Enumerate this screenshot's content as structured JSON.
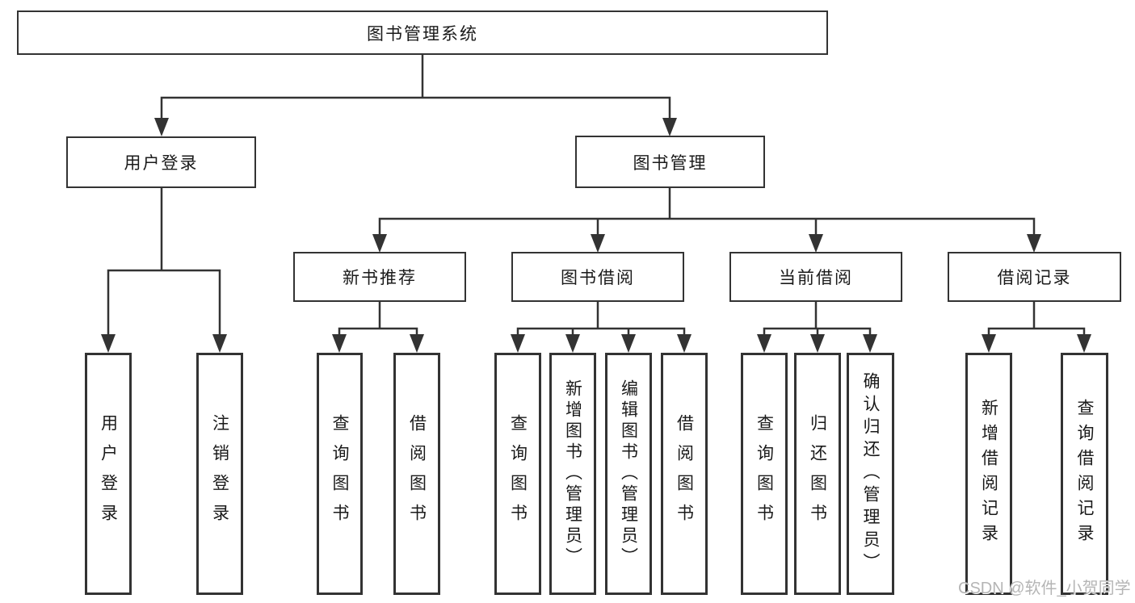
{
  "tree": {
    "label": "图书管理系统",
    "children": [
      {
        "label": "用户登录",
        "children": [
          {
            "label": "用户登录"
          },
          {
            "label": "注销登录"
          }
        ]
      },
      {
        "label": "图书管理",
        "children": [
          {
            "label": "新书推荐",
            "children": [
              {
                "label": "查询图书"
              },
              {
                "label": "借阅图书"
              }
            ]
          },
          {
            "label": "图书借阅",
            "children": [
              {
                "label": "查询图书"
              },
              {
                "label": "新增图书（管理员）"
              },
              {
                "label": "编辑图书（管理员）"
              },
              {
                "label": "借阅图书"
              }
            ]
          },
          {
            "label": "当前借阅",
            "children": [
              {
                "label": "查询图书"
              },
              {
                "label": "归还图书"
              },
              {
                "label": "确认归还（管理员）"
              }
            ]
          },
          {
            "label": "借阅记录",
            "children": [
              {
                "label": "新增借阅记录"
              },
              {
                "label": "查询借阅记录"
              }
            ]
          }
        ]
      }
    ]
  },
  "watermark": "CSDN @软件_小贺同学",
  "colors": {
    "line": "#333333",
    "text": "#1a1a1a",
    "watermark": "#b5b5b5",
    "background": "#ffffff"
  }
}
